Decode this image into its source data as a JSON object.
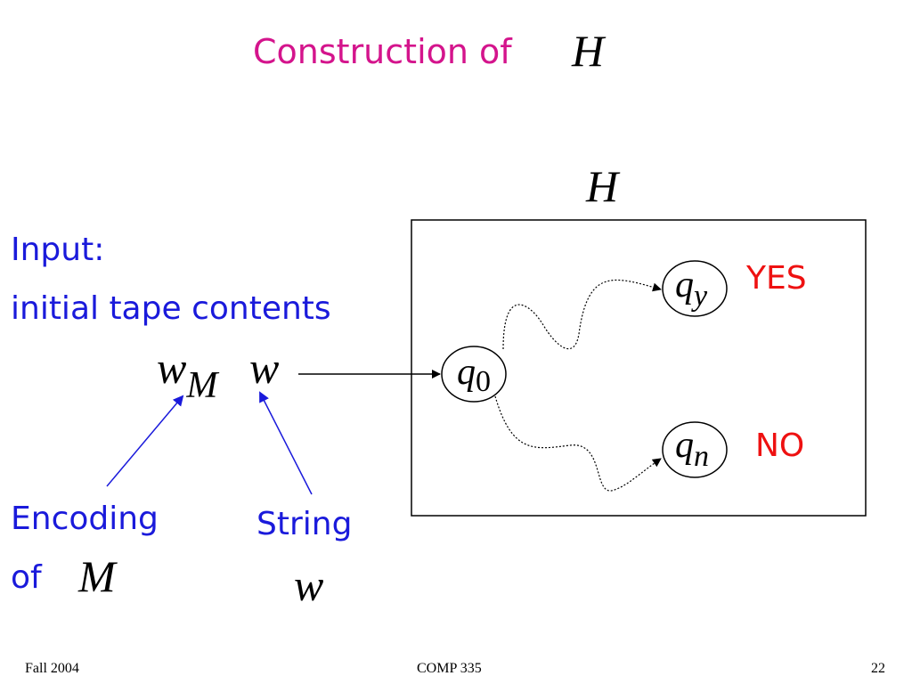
{
  "title": {
    "text": "Construction of",
    "var": "H"
  },
  "machine": {
    "name": "H"
  },
  "input": {
    "line1": "Input:",
    "line2": "initial tape contents",
    "encoding_var": "w",
    "encoding_sub": "M",
    "string_var": "w"
  },
  "encoding_label": {
    "line1": "Encoding",
    "line2": "of",
    "var": "M"
  },
  "string_label": {
    "line1": "String",
    "var": "w"
  },
  "states": {
    "q0": {
      "base": "q",
      "sub": "0"
    },
    "qy": {
      "base": "q",
      "sub": "y",
      "result": "YES"
    },
    "qn": {
      "base": "q",
      "sub": "n",
      "result": "NO"
    }
  },
  "footer": {
    "left": "Fall 2004",
    "center": "COMP 335",
    "right": "22"
  },
  "colors": {
    "title": "#d4148c",
    "text": "#1a1adb",
    "result": "#ee1111",
    "arrow": "#1a1adb"
  }
}
